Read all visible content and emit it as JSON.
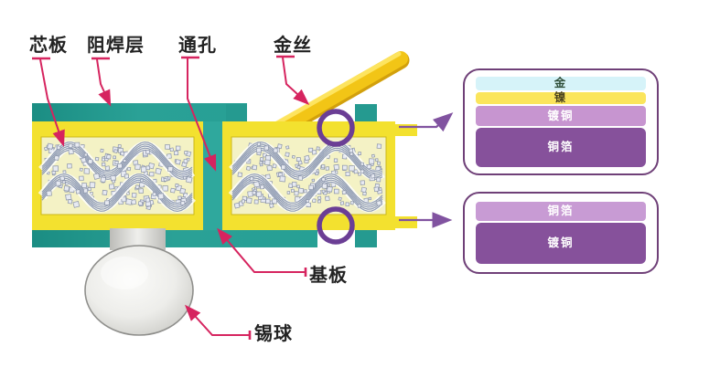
{
  "labels": {
    "core_board": "芯板",
    "solder_mask": "阻焊层",
    "through_hole": "通孔",
    "gold_wire": "金丝",
    "substrate": "基板",
    "solder_ball": "锡球"
  },
  "callout_boxes": [
    {
      "layers": [
        {
          "name": "金",
          "bg": "#d6f3f9",
          "fg": "#2f4f3a",
          "h": 15
        },
        {
          "name": "镍",
          "bg": "#fbe55c",
          "fg": "#4c4420",
          "h": 13
        },
        {
          "name": "镀铜",
          "bg": "#c795d0",
          "fg": "#ffffff",
          "h": 22
        },
        {
          "name": "铜箔",
          "bg": "#86519b",
          "fg": "#ffffff",
          "h": 43
        }
      ]
    },
    {
      "layers": [
        {
          "name": "铜箔",
          "bg": "#c89bd4",
          "fg": "#ffffff",
          "h": 21
        },
        {
          "name": "镀铜",
          "bg": "#86519b",
          "fg": "#ffffff",
          "h": 45
        }
      ]
    }
  ],
  "colors": {
    "teal": "#259a90",
    "teal_light": "#2fa89d",
    "yellow": "#f3e12f",
    "yellow_edge": "#cbb81a",
    "core": "#f4f2c5",
    "wire": "#f2c516",
    "wire_dark": "#d2a00c",
    "wire_highlight": "#ffe868",
    "circle": "#6b3e95",
    "connector": "#8153a0",
    "leader": "#d6245f",
    "ball_stroke": "#8f8f8c",
    "box_border": "#6f4078",
    "fiber": "#8f9bb3",
    "square_fill": "#e7eaf2",
    "square_stroke": "#8a93a8"
  }
}
